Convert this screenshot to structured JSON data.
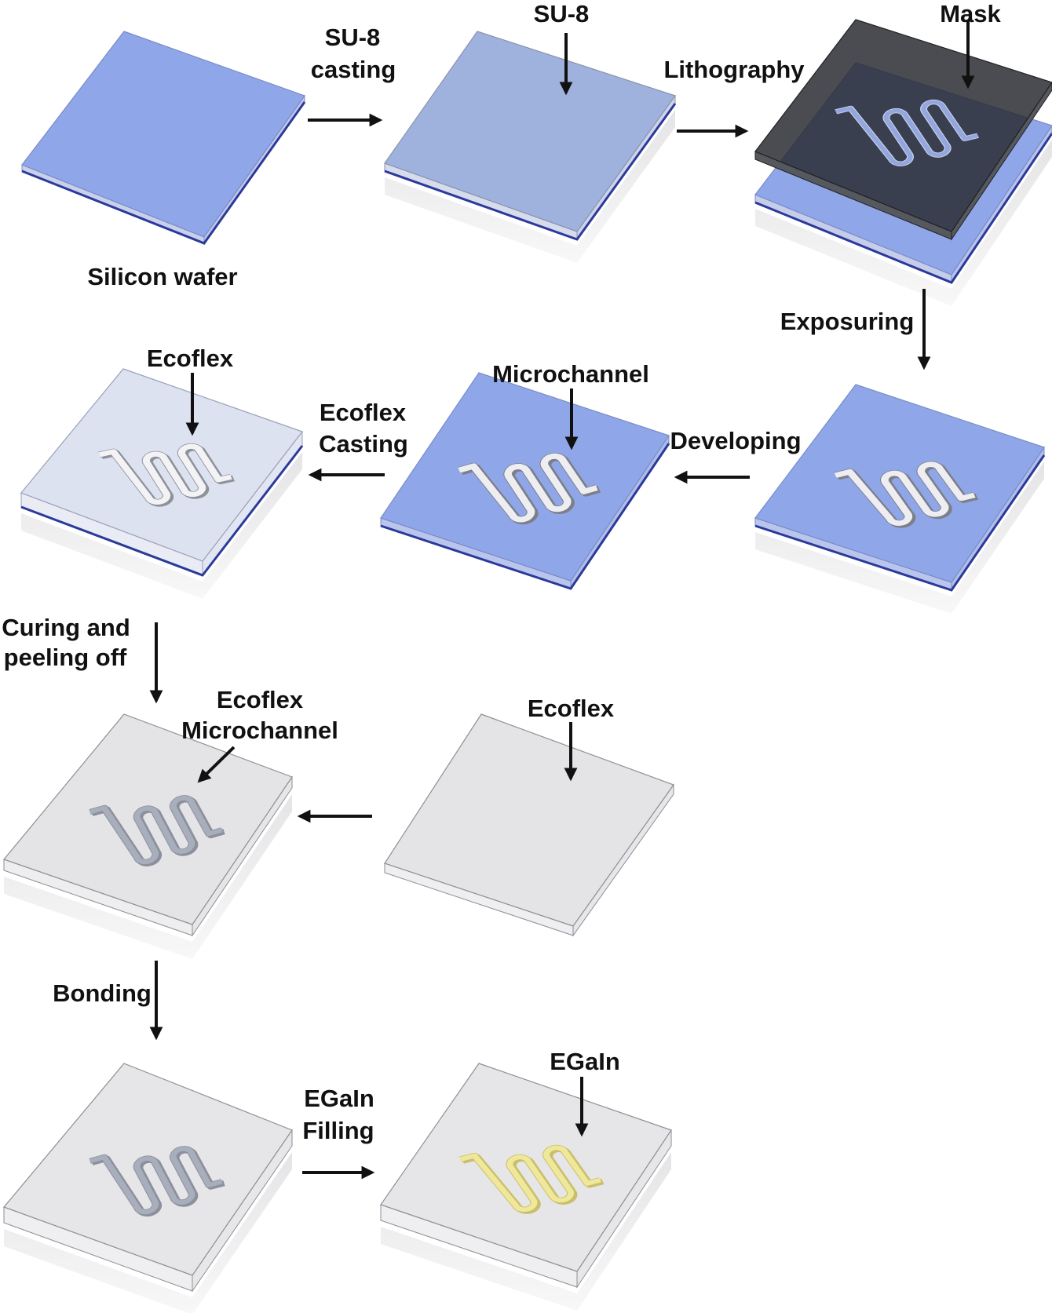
{
  "labels": {
    "silicon_wafer": "Silicon wafer",
    "su8_casting_l1": "SU-8",
    "su8_casting_l2": "casting",
    "su8": "SU-8",
    "lithography": "Lithography",
    "mask": "Mask",
    "exposuring": "Exposuring",
    "developing": "Developing",
    "microchannel": "Microchannel",
    "ecoflex_casting_l1": "Ecoflex",
    "ecoflex_casting_l2": "Casting",
    "ecoflex_top": "Ecoflex",
    "curing_l1": "Curing and",
    "curing_l2": "peeling off",
    "ecoflex_microchannel_l1": "Ecoflex",
    "ecoflex_microchannel_l2": "Microchannel",
    "ecoflex_plain": "Ecoflex",
    "bonding": "Bonding",
    "egain_filling_l1": "EGaIn",
    "egain_filling_l2": "Filling",
    "egain": "EGaIn"
  },
  "colors": {
    "wafer_blue": "#8fa6e8",
    "su8_blue": "#9fb2de",
    "mask_dark": "#4a4d52",
    "ecoflex_gray": "#e4e4e6",
    "channel_gray": "#a8aebb",
    "egain_yellow": "#efe79a",
    "arrow": "#111111"
  }
}
